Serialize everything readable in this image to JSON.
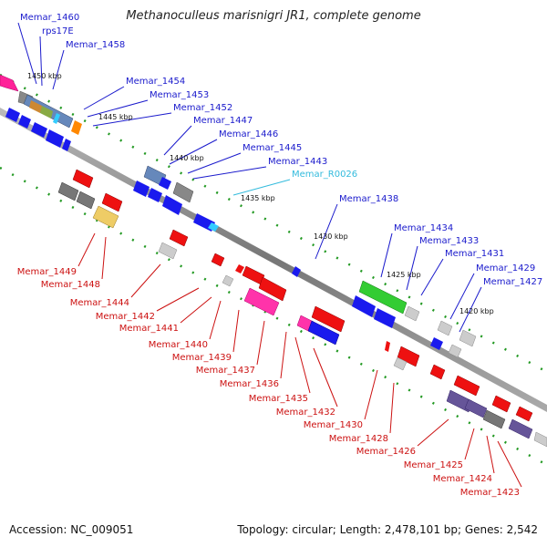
{
  "title": "Methanoculleus marisnigri JR1, complete genome",
  "footer": {
    "accession": "Accession: NC_009051",
    "summary": "Topology: circular; Length: 2,478,101 bp; Genes: 2,542"
  },
  "colors": {
    "plus_label": "#1a1acc",
    "minus_label": "#cc1111",
    "rna_label": "#33bbdd",
    "backbone": "#888888",
    "tick": "#229922"
  },
  "ticks": [
    {
      "label": "1450 kbp"
    },
    {
      "label": "1445 kbp"
    },
    {
      "label": "1440 kbp"
    },
    {
      "label": "1435 kbp"
    },
    {
      "label": "1430 kbp"
    },
    {
      "label": "1425 kbp"
    },
    {
      "label": "1420 kbp"
    }
  ],
  "genes_plus": [
    "Memar_1460",
    "rps17E",
    "Memar_1458",
    "Memar_1454",
    "Memar_1453",
    "Memar_1452",
    "Memar_1447",
    "Memar_1446",
    "Memar_1445",
    "Memar_1443",
    "Memar_R0026",
    "Memar_1438",
    "Memar_1434",
    "Memar_1433",
    "Memar_1431",
    "Memar_1429",
    "Memar_1427"
  ],
  "genes_minus": [
    "Memar_1449",
    "Memar_1448",
    "Memar_1444",
    "Memar_1442",
    "Memar_1441",
    "Memar_1440",
    "Memar_1439",
    "Memar_1437",
    "Memar_1436",
    "Memar_1435",
    "Memar_1432",
    "Memar_1430",
    "Memar_1428",
    "Memar_1426",
    "Memar_1425",
    "Memar_1424",
    "Memar_1423"
  ]
}
